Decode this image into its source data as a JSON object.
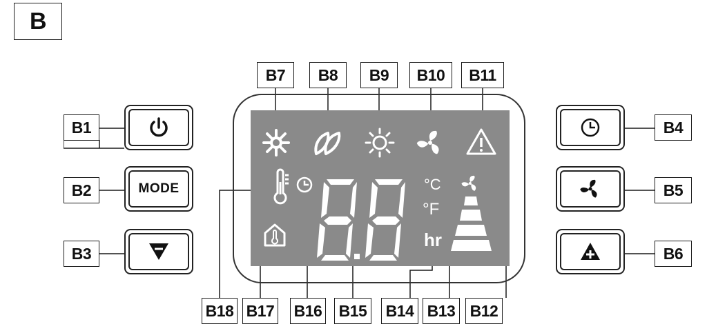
{
  "title": "B",
  "labels": {
    "b1": "B1",
    "b2": "B2",
    "b3": "B3",
    "b4": "B4",
    "b5": "B5",
    "b6": "B6",
    "b7": "B7",
    "b8": "B8",
    "b9": "B9",
    "b10": "B10",
    "b11": "B11",
    "b12": "B12",
    "b13": "B13",
    "b14": "B14",
    "b15": "B15",
    "b16": "B16",
    "b17": "B17",
    "b18": "B18"
  },
  "buttons": {
    "mode": "MODE"
  },
  "display": {
    "unit_celsius": "°C",
    "unit_fahrenheit": "°F",
    "unit_hours": "hr"
  },
  "icons": [
    "power-icon",
    "mode-icon",
    "down-icon",
    "timer-icon",
    "fan-icon",
    "up-icon",
    "snowflake-icon",
    "dry-icon",
    "sun-icon",
    "fan-mode-icon",
    "warning-icon",
    "thermometer-icon",
    "clock-icon",
    "home-thermometer-icon",
    "fan-speed-icon"
  ],
  "colors": {
    "lcd": "#8a8a8a",
    "line": "#1a1a1a",
    "segment": "#ffffff"
  }
}
